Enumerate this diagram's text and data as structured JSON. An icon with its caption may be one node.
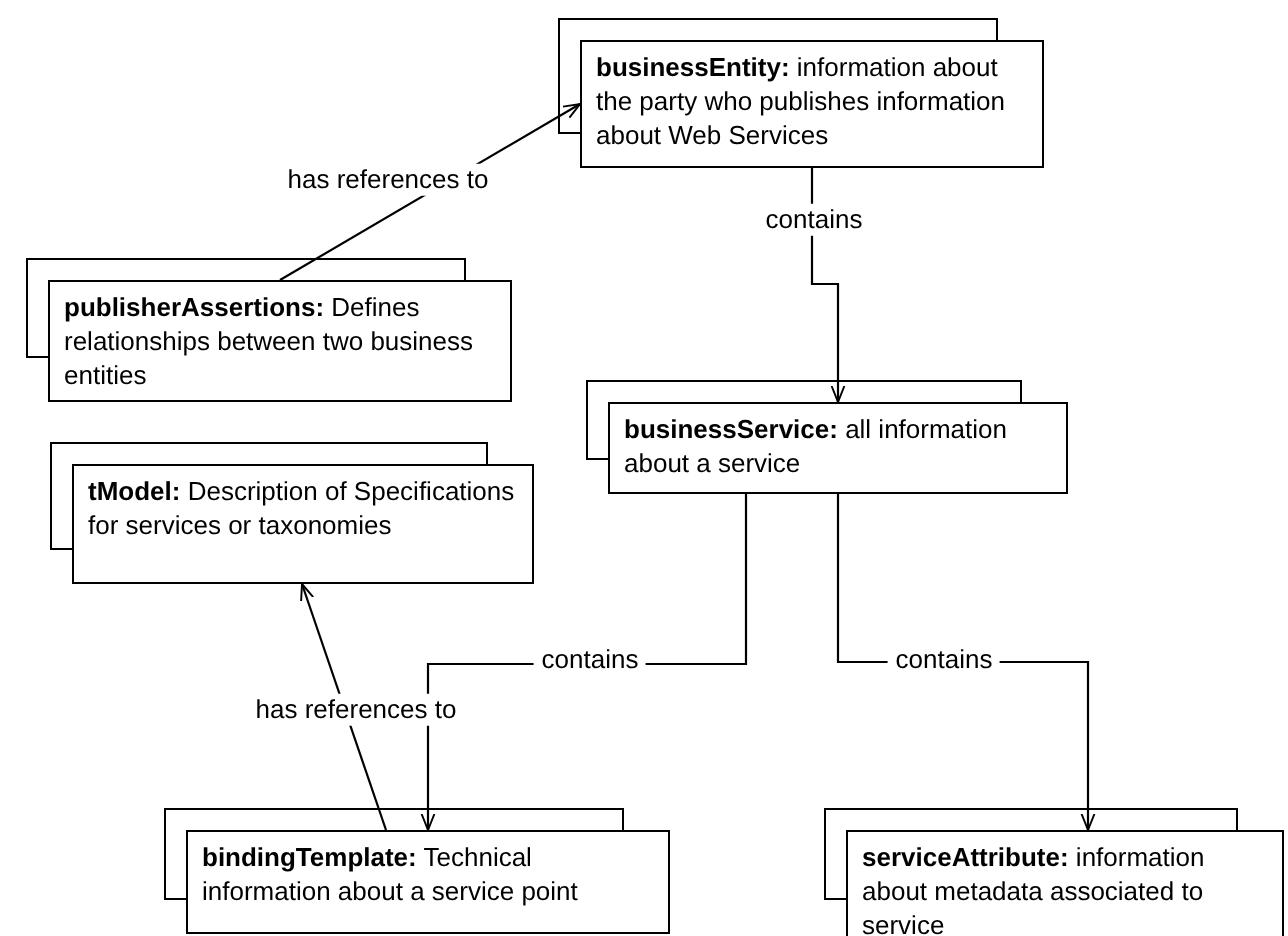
{
  "diagram": {
    "nodes": [
      {
        "text": [
          "**businessEntity:** information about the party who publishes information about Web Services"
        ]
      },
      {
        "text": [
          "**publisherAssertions:** Defines relationships between two business entities"
        ]
      },
      {
        "text": [
          "**tModel:** Description of Specifications for services or taxonomies"
        ]
      },
      {
        "text": [
          "**businessService:** all information about a service"
        ]
      },
      {
        "text": [
          "**bindingTemplate:** Technical information about a service point"
        ]
      },
      {
        "text": [
          "**serviceAttribute:** information about metadata associated to service"
        ]
      }
    ],
    "edges": [
      {
        "from": 1,
        "to": 0,
        "arrow": "to",
        "label": "has references to"
      },
      {
        "from": 0,
        "to": 3,
        "arrow": "to",
        "label": "contains"
      },
      {
        "from": 3,
        "to": 4,
        "arrow": "to",
        "label": "contains"
      },
      {
        "from": 3,
        "to": 5,
        "arrow": "to",
        "label": "contains"
      },
      {
        "from": 4,
        "to": 2,
        "arrow": "to",
        "label": "has references to"
      }
    ]
  }
}
